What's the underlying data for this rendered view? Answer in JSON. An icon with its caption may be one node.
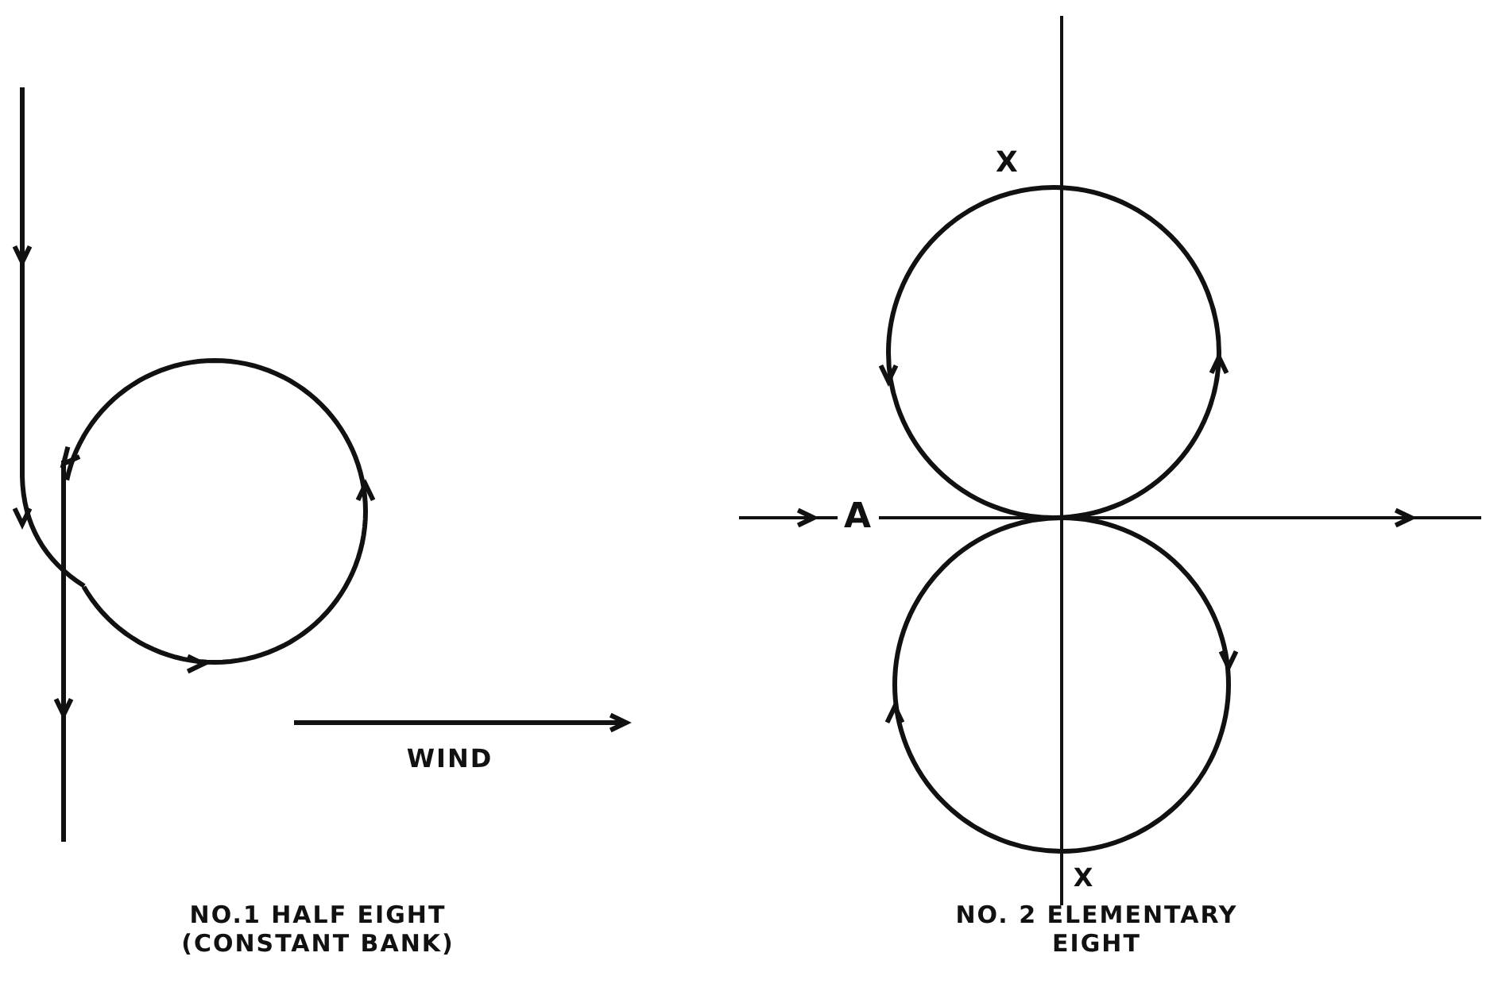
{
  "diagram": {
    "labels": [
      "X",
      "A",
      "WIND",
      "X",
      "NO.1 HALF EIGHT (CONSTANT BANK)",
      "NO. 2 ELEMENTARY EIGHT"
    ]
  }
}
